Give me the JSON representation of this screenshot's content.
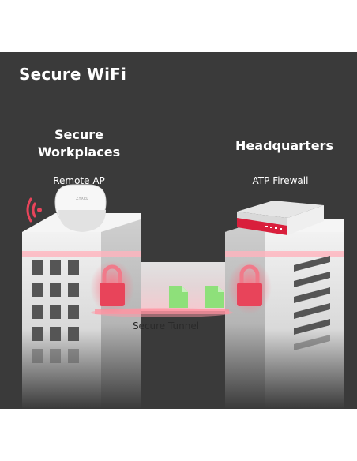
{
  "panel": {
    "title": "Secure WiFi"
  },
  "left_building": {
    "heading_line1": "Secure",
    "heading_line2": "Workplaces",
    "device_label": "Remote AP",
    "device_brand": "ZYXEL"
  },
  "right_building": {
    "heading": "Headquarters",
    "device_label": "ATP Firewall"
  },
  "tunnel": {
    "label": "Secure Tunnel"
  },
  "colors": {
    "background": "#3a3a3a",
    "accent_red": "#e8445a",
    "lock_pink": "#f07a8a",
    "file_green": "#8ee07a",
    "building_light": "#e6e6e6"
  },
  "icons": [
    "wifi-signal-icon",
    "lock-icon",
    "document-icon"
  ]
}
